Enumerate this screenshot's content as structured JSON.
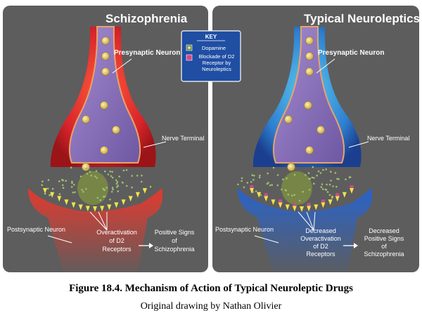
{
  "panels": [
    {
      "title": "Schizophrenia",
      "labels": {
        "presynaptic": "Presynaptic Neuron",
        "terminal": "Nerve Terminal",
        "postsynaptic": "Postsynaptic Neuron",
        "effect": [
          "Overactivation",
          "of D2",
          "Receptors"
        ],
        "result": [
          "Positive Signs",
          "of",
          "Schizophrenia"
        ]
      }
    },
    {
      "title": "Typical Neuroleptics",
      "labels": {
        "presynaptic": "Presynaptic Neuron",
        "terminal": "Nerve Terminal",
        "postsynaptic": "Postsynaptic Neuron",
        "effect": [
          "Decreased",
          "Overactivation",
          "of D2",
          "Receptors"
        ],
        "result": [
          "Decreased",
          "Positive Signs",
          "of",
          "Schizophrenia"
        ]
      }
    }
  ],
  "key": {
    "title": "KEY",
    "items": [
      {
        "label": "Dopamine"
      },
      {
        "label": "Blockade of D2 Receptor by Neuroleptics"
      }
    ]
  },
  "caption": {
    "title": "Figure 18.4. Mechanism of Action of Typical Neuroleptic Drugs",
    "credit": "Original drawing by Nathan Olivier"
  },
  "colors": {
    "panel_bg": "#5d5d5d",
    "red_neuron": "#d8252a",
    "blue_neuron": "#2e7fd0",
    "inner_purple": "#8a6fb5",
    "vesicle": "#e6c86a",
    "key_bg": "#1f4ea3",
    "receptor": "#f2e24a"
  }
}
